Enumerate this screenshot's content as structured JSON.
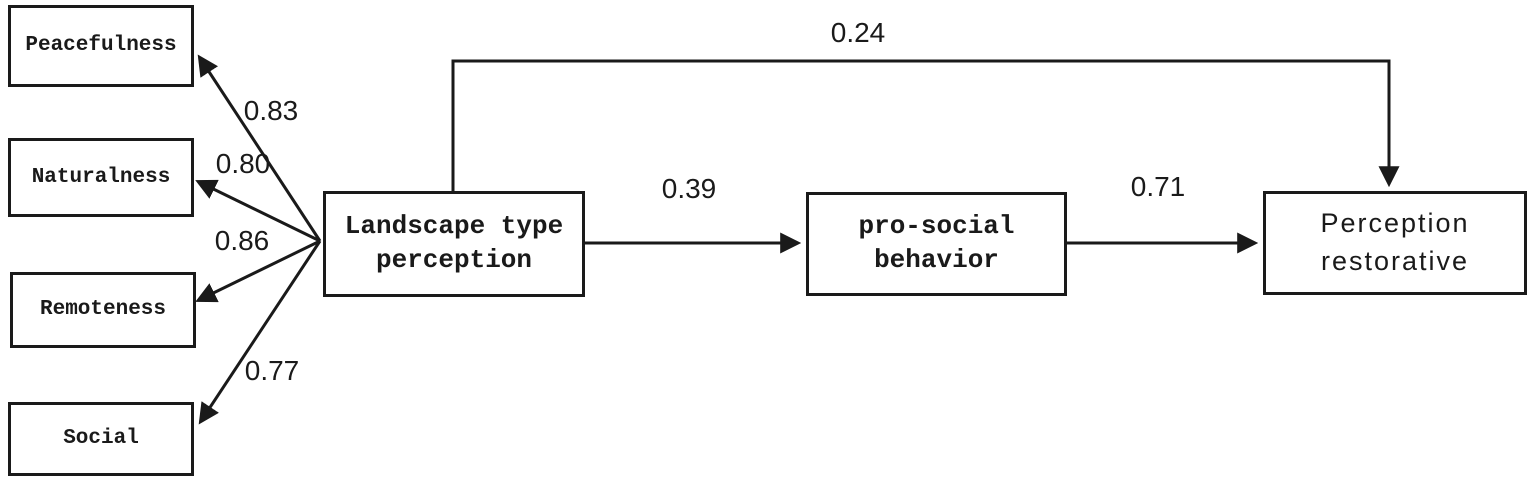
{
  "diagram": {
    "kind": "structural-equation-path-model",
    "colors": {
      "line": "#1a1a1a",
      "background": "#ffffff",
      "text": "#1a1a1a"
    },
    "latent_variable": {
      "line1": "Landscape type",
      "line2": "perception"
    },
    "indicators": [
      {
        "label": "Peacefulness",
        "loading": "0.83"
      },
      {
        "label": "Naturalness",
        "loading": "0.80"
      },
      {
        "label": "Remoteness",
        "loading": "0.86"
      },
      {
        "label": "Social",
        "loading": "0.77"
      }
    ],
    "mediator": {
      "line1": "pro-social",
      "line2": "behavior"
    },
    "outcome": {
      "line1": "Perception",
      "line2": "restorative"
    },
    "paths": [
      {
        "name": "latent-to-outcome-direct",
        "from": "Landscape type perception",
        "to": "Perception restorative",
        "label": "0.24"
      },
      {
        "name": "latent-to-mediator",
        "from": "Landscape type perception",
        "to": "pro-social behavior",
        "label": "0.39"
      },
      {
        "name": "mediator-to-outcome",
        "from": "pro-social behavior",
        "to": "Perception restorative",
        "label": "0.71"
      }
    ]
  }
}
